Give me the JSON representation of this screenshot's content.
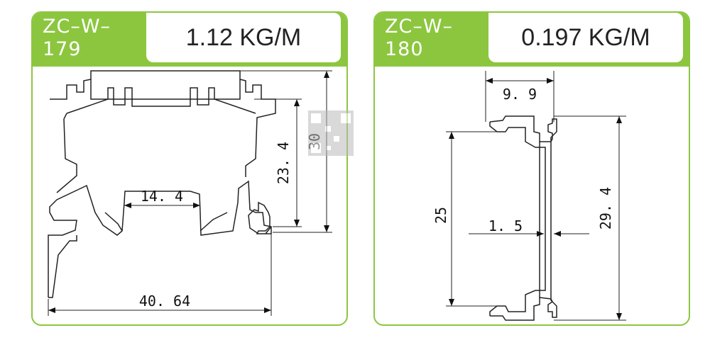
{
  "panels": [
    {
      "code_line1": "ZC–W–",
      "code_line2": "179",
      "weight": "1.12 KG/M",
      "dimensions": {
        "inner_width": "14. 4",
        "height_inner": "23. 4",
        "height_total": "30",
        "total_width": "40. 64"
      }
    },
    {
      "code_line1": "ZC–W–",
      "code_line2": "180",
      "weight": "0.197 KG/M",
      "dimensions": {
        "top_width": "9. 9",
        "height_inner": "25",
        "thickness": "1. 5",
        "height_total": "29. 4"
      }
    }
  ],
  "colors": {
    "accent": "#8cc63f",
    "line": "#222222"
  }
}
